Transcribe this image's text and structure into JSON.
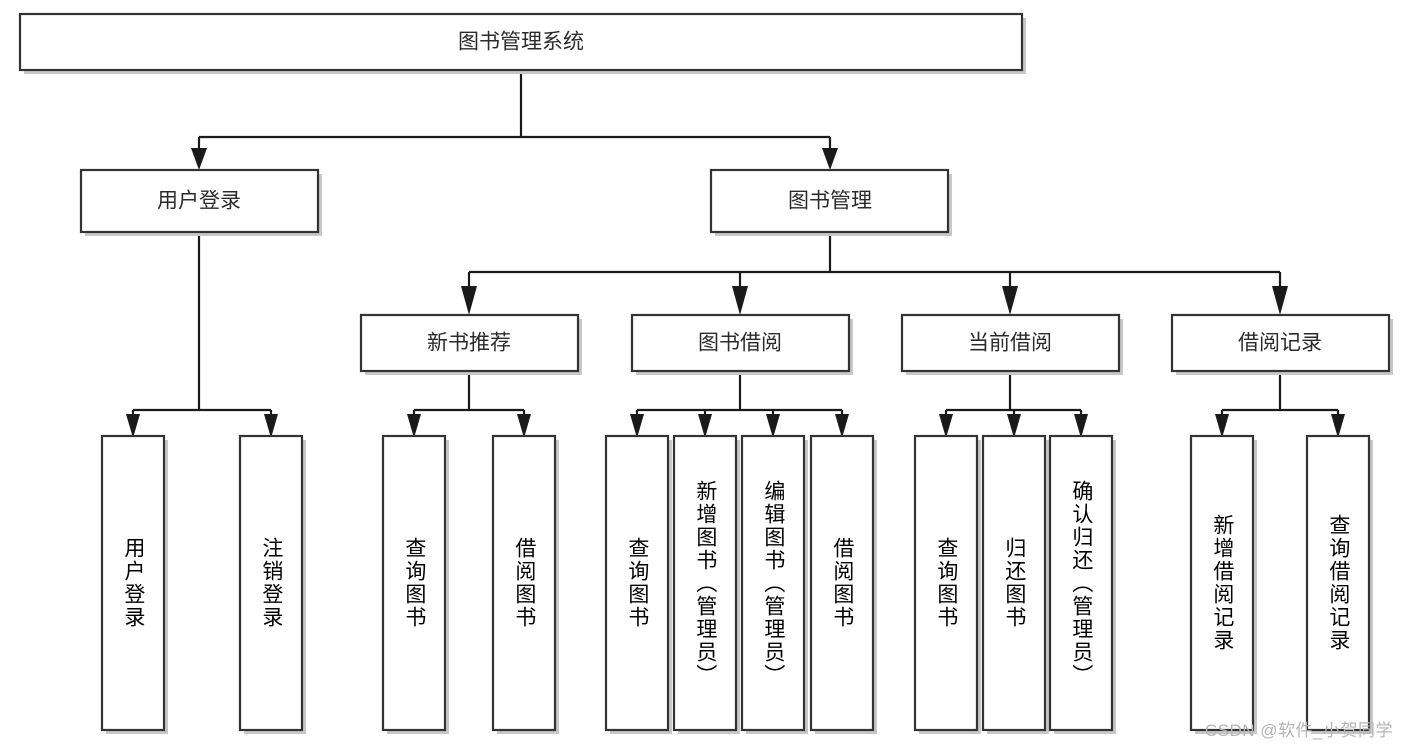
{
  "diagram": {
    "title": "图书管理系统",
    "type": "tree-hierarchy",
    "watermark": "CSDN @软件_小贺同学",
    "colors": {
      "box_stroke": "#333333",
      "box_fill": "#ffffff",
      "connector": "#1a1a1a",
      "text": "#2b2b2b",
      "shadow": "#c8c8c8",
      "watermark": "#b4b4b4",
      "background": "#ffffff"
    },
    "root": {
      "label": "图书管理系统"
    },
    "level2": [
      {
        "id": "user-login",
        "label": "用户登录"
      },
      {
        "id": "book-manage",
        "label": "图书管理"
      }
    ],
    "level3": [
      {
        "id": "new-book-recommend",
        "label": "新书推荐"
      },
      {
        "id": "book-borrow",
        "label": "图书借阅"
      },
      {
        "id": "current-borrow",
        "label": "当前借阅"
      },
      {
        "id": "borrow-record",
        "label": "借阅记录"
      }
    ],
    "leaves": {
      "user-login": [
        {
          "id": "leaf-user-login",
          "label": "用户登录"
        },
        {
          "id": "leaf-logout-login",
          "label": "注销登录"
        }
      ],
      "new-book-recommend": [
        {
          "id": "leaf-query-book-1",
          "label": "查询图书"
        },
        {
          "id": "leaf-borrow-book-1",
          "label": "借阅图书"
        }
      ],
      "book-borrow": [
        {
          "id": "leaf-query-book-2",
          "label": "查询图书"
        },
        {
          "id": "leaf-add-book",
          "label": "新增图书（管理员）"
        },
        {
          "id": "leaf-edit-book",
          "label": "编辑图书（管理员）"
        },
        {
          "id": "leaf-borrow-book-2",
          "label": "借阅图书"
        }
      ],
      "current-borrow": [
        {
          "id": "leaf-query-book-3",
          "label": "查询图书"
        },
        {
          "id": "leaf-return-book",
          "label": "归还图书"
        },
        {
          "id": "leaf-confirm-return",
          "label": "确认归还（管理员）"
        }
      ],
      "borrow-record": [
        {
          "id": "leaf-add-record",
          "label": "新增借阅记录"
        },
        {
          "id": "leaf-query-record",
          "label": "查询借阅记录"
        }
      ]
    }
  }
}
